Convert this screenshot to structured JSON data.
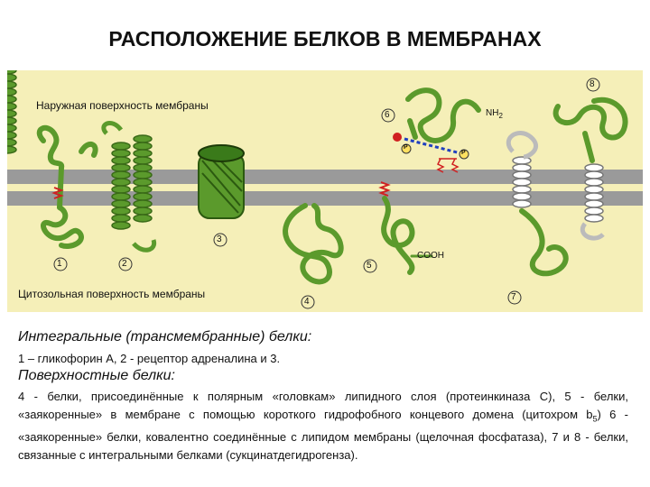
{
  "title": "РАСПОЛОЖЕНИЕ БЕЛКОВ В МЕМБРАНАХ",
  "figure": {
    "outer_label": "Наружная поверхность мембраны",
    "inner_label": "Цитозольная поверхность мембраны",
    "numbers": [
      "1",
      "2",
      "3",
      "4",
      "5",
      "6",
      "7",
      "8"
    ],
    "nh2": "NH",
    "nh2_sub": "2",
    "cooh": "COOH",
    "p": "P",
    "colors": {
      "protein": "#5b9a2c",
      "membrane": "#9a9a9a",
      "background": "#f5efb8",
      "anchor": "#d02020",
      "linker": "#2040c0"
    }
  },
  "text": {
    "heading1": "Интегральные (трансмембранные) белки:",
    "line1": "1 – гликофорин А, 2 - рецептор адреналина и 3.",
    "heading2": "Поверхностные белки:",
    "para_a": "4 - белки, присоединённые к полярным «головкам» липидного слоя (протеинкиназа С), 5 - белки, «заякоренные» в мембране с помощью короткого гидрофобного концевого домена (цитохром b",
    "para_sub": "5",
    "para_b": ") 6 - «заякоренные» белки, ковалентно соединённые с липидом мембраны (щелочная фосфатаза), 7 и 8 - белки, связанные с интегральными белками (сукцинатдегидрогенза)."
  }
}
